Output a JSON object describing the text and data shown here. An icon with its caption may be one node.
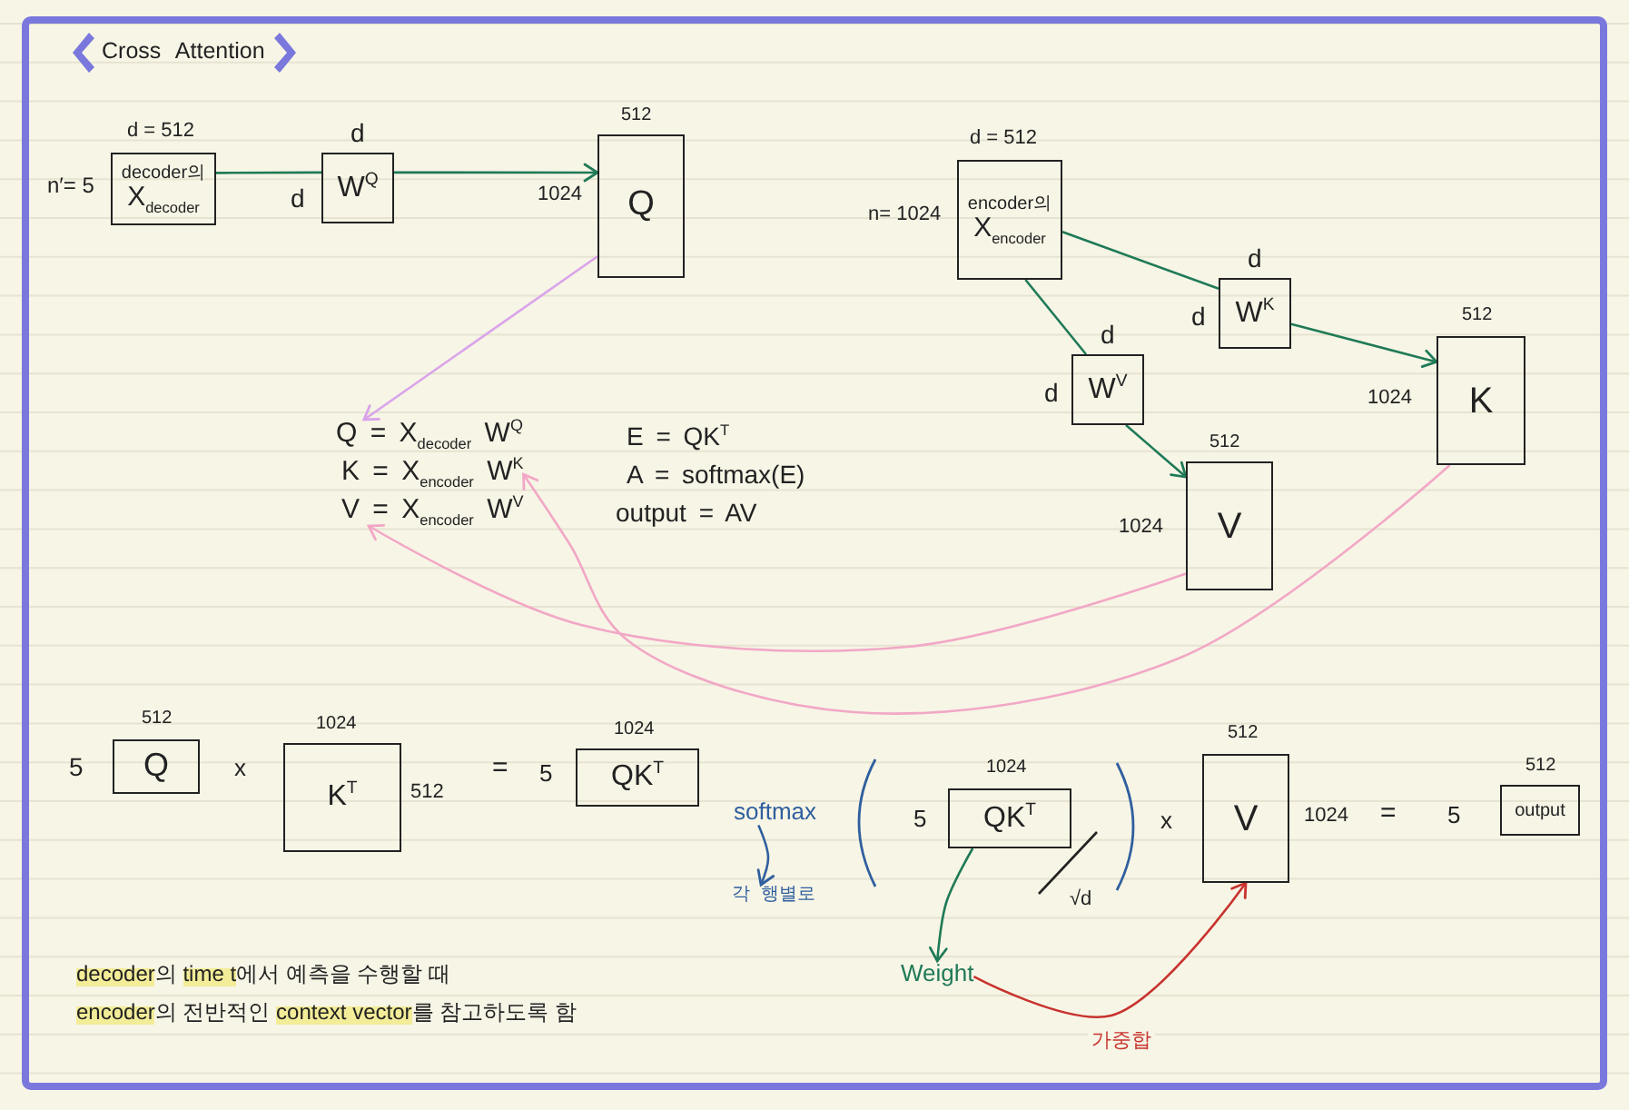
{
  "diagram": {
    "title": "Cross Attention",
    "nodes": [
      {
        "text": [
          "decoder의",
          "X$_{decoder}$"
        ],
        "beside": [
          "d = 512",
          "n′= 5"
        ]
      },
      {
        "text": [
          "W$^{Q}$"
        ],
        "beside": [
          "d",
          "d"
        ]
      },
      {
        "text": [
          "Q"
        ],
        "beside": [
          "512",
          "1024"
        ]
      },
      {
        "text": [
          "encoder의",
          "X$_{encoder}$"
        ],
        "beside": [
          "d = 512",
          "n= 1024"
        ]
      },
      {
        "text": [
          "W$^{K}$"
        ],
        "beside": [
          "d",
          "d"
        ]
      },
      {
        "text": [
          "W$^{V}$"
        ],
        "beside": [
          "d",
          "d"
        ]
      },
      {
        "text": [
          "K"
        ],
        "beside": [
          "512",
          "1024"
        ]
      },
      {
        "text": [
          "V"
        ],
        "beside": [
          "512",
          "1024"
        ]
      },
      {
        "text": [
          "Q = X$_{decoder}$ W$^{Q}$"
        ]
      },
      {
        "text": [
          "K = X$_{encoder}$ W$^{K}$"
        ]
      },
      {
        "text": [
          "V = X$_{encoder}$ W$^{V}$"
        ]
      },
      {
        "text": [
          "Q"
        ],
        "beside": [
          "512",
          "5"
        ]
      },
      {
        "text": [
          "K$^{T}$"
        ],
        "beside": [
          "1024",
          "512"
        ]
      },
      {
        "text": [
          "QK$^{T}$"
        ],
        "beside": [
          "1024",
          "5"
        ]
      },
      {
        "text": [
          "QK$^{T}$"
        ],
        "beside": [
          "1024",
          "5"
        ]
      },
      {
        "text": [
          "V"
        ],
        "beside": [
          "512",
          "1024"
        ]
      },
      {
        "text": [
          "output"
        ],
        "beside": [
          "512",
          "5"
        ]
      },
      {
        "text": [
          "Weight"
        ]
      },
      {
        "text": [
          "softmax"
        ]
      },
      {
        "text": [
          "각 행별로"
        ]
      }
    ],
    "edges": [
      {
        "from": 0,
        "to": 1,
        "arrow": "none"
      },
      {
        "from": 1,
        "to": 2,
        "arrow": "to"
      },
      {
        "from": 3,
        "to": 4,
        "arrow": "none"
      },
      {
        "from": 3,
        "to": 5,
        "arrow": "none"
      },
      {
        "from": 4,
        "to": 6,
        "arrow": "to"
      },
      {
        "from": 5,
        "to": 7,
        "arrow": "to"
      },
      {
        "from": 2,
        "to": 8,
        "arrow": "to",
        "color": "#d9a3ea"
      },
      {
        "from": 6,
        "to": 9,
        "arrow": "to",
        "color": "#f2a7c6"
      },
      {
        "from": 7,
        "to": 10,
        "arrow": "to",
        "color": "#f2a7c6"
      },
      {
        "from": 18,
        "to": 19,
        "arrow": "to",
        "color": "#2f5f9e"
      },
      {
        "from": 14,
        "to": 17,
        "arrow": "to"
      },
      {
        "from": 17,
        "to": 15,
        "arrow": "to",
        "label": "가중합",
        "color": "#c8332e"
      }
    ],
    "labels": [
      "E = QK$^{T}$",
      "A = softmax(E)",
      "output = AV",
      "x",
      "=",
      "√d",
      "x",
      "=",
      "**decoder**의 **time t**에서 예측을 수행할 때",
      "**encoder**의 전반적인 **context vector**를 참고하도록 함"
    ]
  }
}
